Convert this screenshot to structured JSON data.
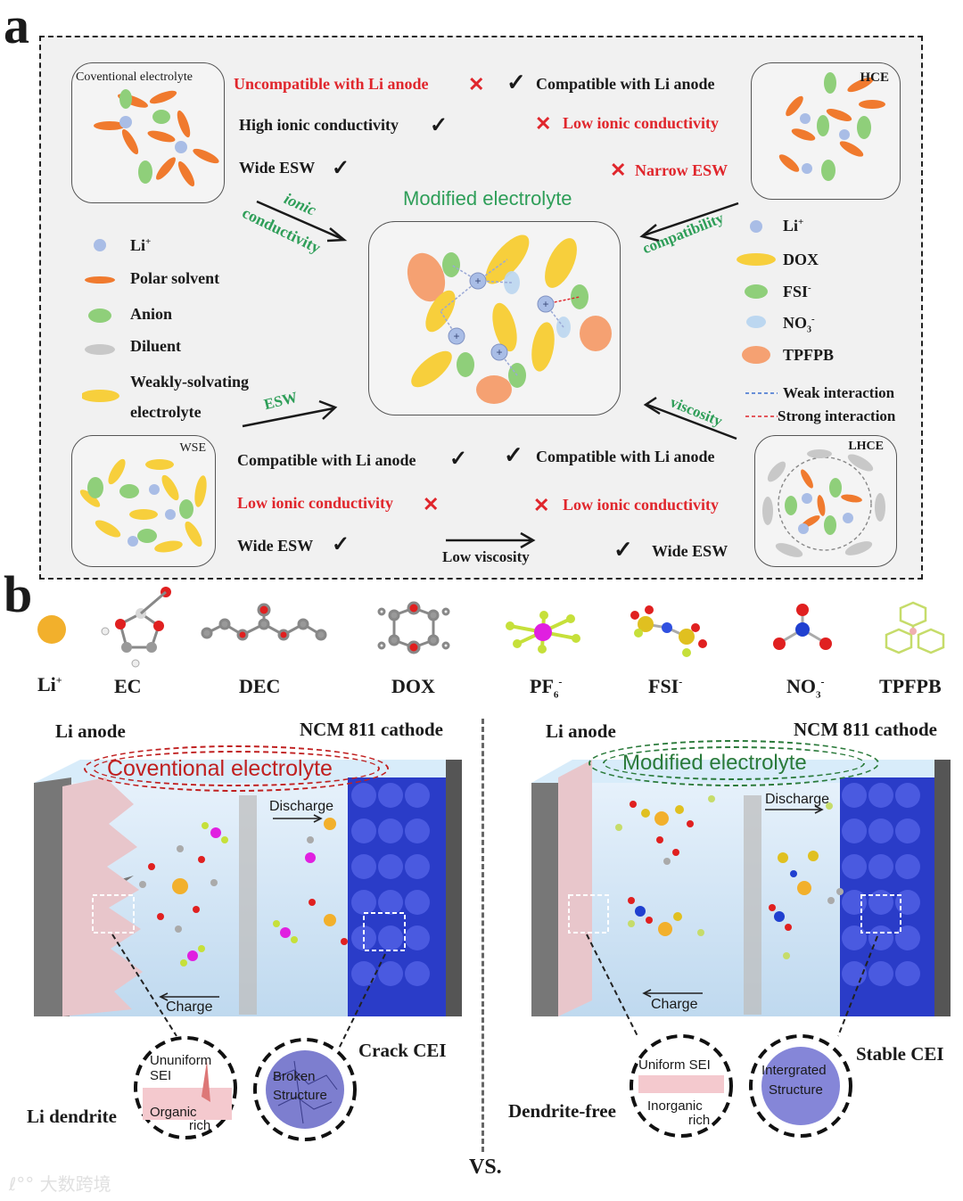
{
  "panel_a": {
    "letter": "a",
    "conventional": {
      "title": "Coventional electrolyte",
      "con": "Uncompatible with Li anode",
      "pro1": "High ionic conductivity",
      "pro2": "Wide ESW"
    },
    "hce": {
      "title": "HCE",
      "pro": "Compatible with Li anode",
      "con1": "Low ionic conductivity",
      "con2": "Narrow ESW"
    },
    "wse": {
      "title": "WSE",
      "pro1": "Compatible with Li anode",
      "con": "Low ionic conductivity",
      "pro2": "Wide ESW"
    },
    "lhce": {
      "title": "LHCE",
      "pro1": "Compatible with Li anode",
      "con": "Low ionic conductivity",
      "pro2": "Wide ESW"
    },
    "center_title": "Modified electrolyte",
    "arrows": {
      "ionic1": "ionic",
      "ionic2": "conductivity",
      "compat": "compatibility",
      "esw": "ESW",
      "viscosity": "viscosity",
      "low_visc": "Low viscosity"
    },
    "legend_left": {
      "li": "Li",
      "li_sup": "+",
      "polar": "Polar solvent",
      "anion": "Anion",
      "diluent": "Diluent",
      "weak1": "Weakly-solvating",
      "weak2": "electrolyte"
    },
    "legend_right": {
      "li": "Li",
      "li_sup": "+",
      "dox": "DOX",
      "fsi": "FSI",
      "fsi_sup": "-",
      "no3": "NO",
      "no3_sub": "3",
      "no3_sup": "-",
      "tpfpb": "TPFPB",
      "weak": "Weak interaction",
      "strong": "Strong interaction"
    },
    "marks": {
      "check": "✓",
      "cross": "✕"
    },
    "colors": {
      "polar": "#f07a2e",
      "anion": "#8fcf7a",
      "li": "#a9bde6",
      "diluent": "#c8c8c8",
      "dox": "#f7cf3c",
      "no3": "#bcd7f0",
      "tpfpb": "#f5a172"
    }
  },
  "panel_b": {
    "letter": "b",
    "molecules": {
      "li": "Li",
      "li_sup": "+",
      "ec": "EC",
      "dec": "DEC",
      "dox": "DOX",
      "pf6": "PF",
      "pf6_sub": "6",
      "pf6_sup": "-",
      "fsi": "FSI",
      "fsi_sup": "-",
      "no3": "NO",
      "no3_sub": "3",
      "no3_sup": "-",
      "tpfpb": "TPFPB"
    },
    "left": {
      "anode": "Li anode",
      "cathode": "NCM 811 cathode",
      "title": "Coventional electrolyte",
      "discharge": "Discharge",
      "charge": "Charge",
      "sei1": "Ununiform",
      "sei2": "SEI",
      "sei3": "Organic",
      "sei4": "rich",
      "cei1": "Broken",
      "cei2": "Structure",
      "crack": "Crack CEI",
      "dendrite": "Li dendrite"
    },
    "right": {
      "anode": "Li anode",
      "cathode": "NCM 811 cathode",
      "title": "Modified electrolyte",
      "discharge": "Discharge",
      "charge": "Charge",
      "sei1": "Uniform SEI",
      "sei2": "Inorganic",
      "sei3": "rich",
      "cei1": "Intergrated",
      "cei2": "Structure",
      "stable": "Stable CEI",
      "dendrite_free": "Dendrite-free"
    },
    "vs": "VS.",
    "watermark": "大数跨境"
  }
}
